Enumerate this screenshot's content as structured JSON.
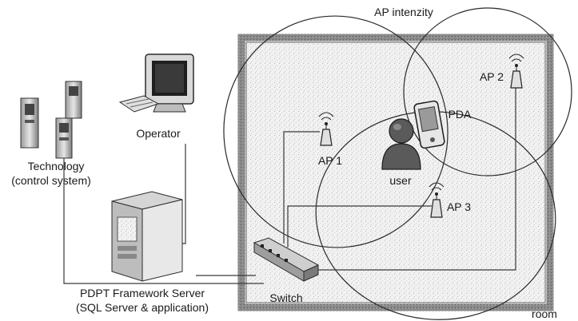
{
  "labels": {
    "ap_intensity": "AP intenzity",
    "ap1": "AP 1",
    "ap2": "AP 2",
    "ap3": "AP 3",
    "pda": "PDA",
    "user": "user",
    "operator": "Operator",
    "technology_line1": "Technology",
    "technology_line2": "(control system)",
    "server_line1": "PDPT Framework Server",
    "server_line2": "(SQL Server & application)",
    "switch": "Switch",
    "room": "room"
  }
}
